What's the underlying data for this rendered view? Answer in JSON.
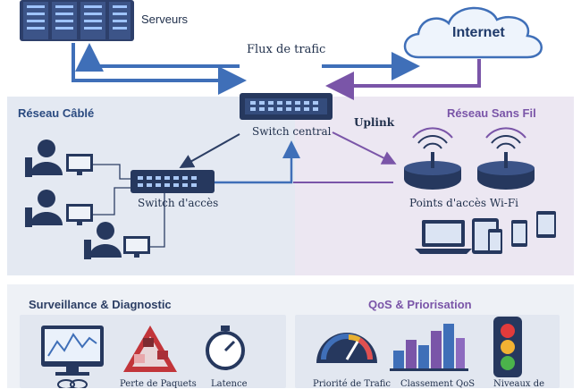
{
  "labels": {
    "servers": "Serveurs",
    "internet": "Internet",
    "traffic_flow": "Flux de trafic",
    "wired_network": "Réseau Câblé",
    "wireless_network": "Réseau Sans Fil",
    "central_switch": "Switch central",
    "uplink": "Uplink",
    "access_switch": "Switch d'accès",
    "access_points": "Points d'accès Wi-Fi",
    "monitoring": "Surveillance & Diagnostic",
    "qos": "QoS & Priorisation",
    "packet_loss": "Perte de Paquets",
    "latency": "Latence",
    "traffic_priority": "Priorité de Trafic",
    "qos_ranking": "Classement QoS",
    "levels": "Niveaux de"
  },
  "colors": {
    "wired_blue": "#3f6fb8",
    "wireless_purple": "#7a55a8",
    "dark_line": "#2c3e64"
  }
}
